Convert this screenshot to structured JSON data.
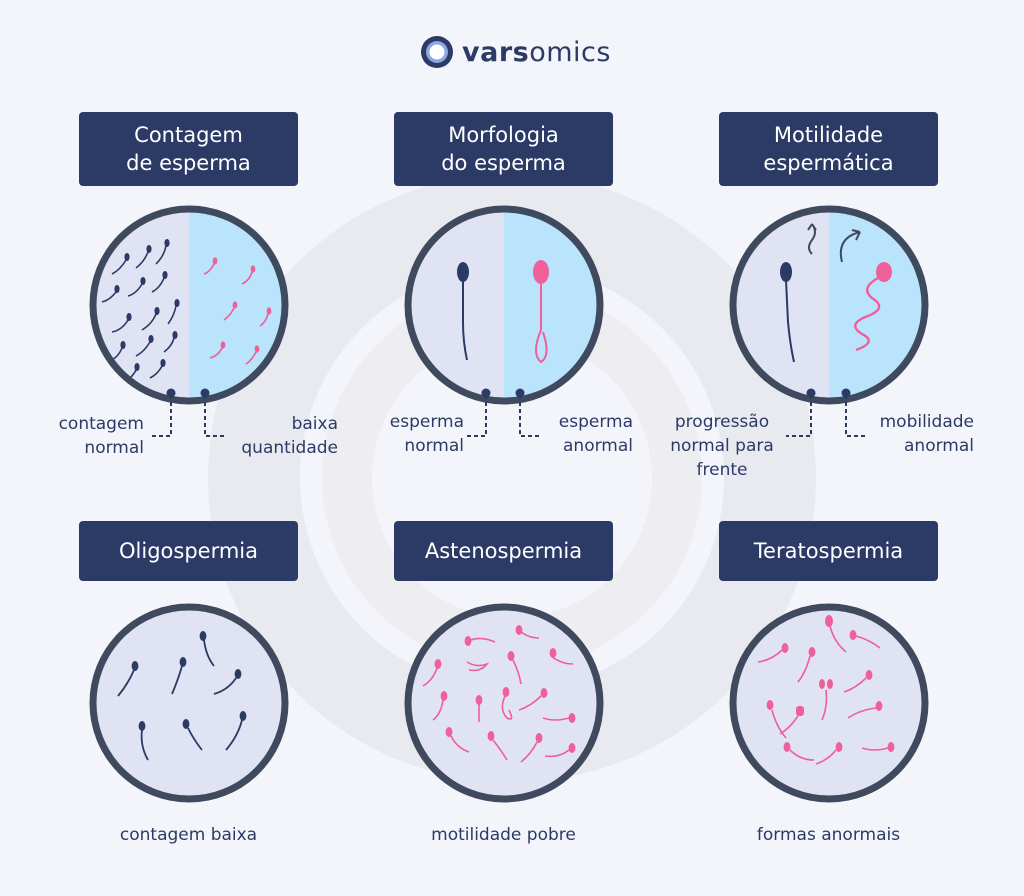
{
  "brand": {
    "part1": "vars",
    "part2": "omics"
  },
  "colors": {
    "navy": "#2c3a66",
    "normal_fill": "#dfe3f3",
    "abnormal_fill": "#b9e4fb",
    "pink": "#ef5f99",
    "ring": "#3f4a5f"
  },
  "panels": {
    "count": {
      "title": [
        "Contagem",
        "de esperma"
      ],
      "left_label": [
        "contagem",
        "normal"
      ],
      "right_label": [
        "baixa",
        "quantidade"
      ]
    },
    "morphology": {
      "title": [
        "Morfologia",
        "do esperma"
      ],
      "left_label": [
        "esperma",
        "normal"
      ],
      "right_label": [
        "esperma",
        "anormal"
      ]
    },
    "motility": {
      "title": [
        "Motilidade",
        "espermática"
      ],
      "left_label": [
        "progressão",
        "normal para",
        "frente"
      ],
      "right_label": [
        "mobilidade",
        "anormal"
      ]
    },
    "oligo": {
      "title": "Oligospermia",
      "caption": "contagem baixa"
    },
    "astheno": {
      "title": "Astenospermia",
      "caption": "motilidade pobre"
    },
    "terato": {
      "title": "Teratospermia",
      "caption": "formas anormais"
    }
  }
}
